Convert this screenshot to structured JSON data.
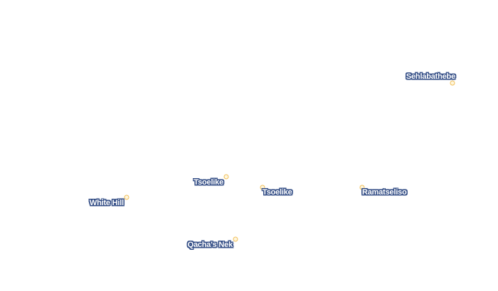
{
  "map": {
    "colors": {
      "marker_fill": "#fff6dd",
      "marker_stroke": "#f0bf5a",
      "label_halo": "#344e86",
      "label_text": "#ffffff"
    },
    "places": [
      {
        "id": "sehlabathebe",
        "name": "Sehlabathebe",
        "icon": "place-marker-icon"
      },
      {
        "id": "tsoelike-1",
        "name": "Tsoelike",
        "icon": "place-marker-icon"
      },
      {
        "id": "tsoelike-2",
        "name": "Tsoelike",
        "icon": "place-marker-icon"
      },
      {
        "id": "ramatseliso",
        "name": "Ramatseliso",
        "icon": "place-marker-icon"
      },
      {
        "id": "white-hill",
        "name": "White Hill",
        "icon": "place-marker-icon"
      },
      {
        "id": "qachas-nek",
        "name": "Qacha's Nek",
        "icon": "place-marker-icon"
      }
    ]
  }
}
